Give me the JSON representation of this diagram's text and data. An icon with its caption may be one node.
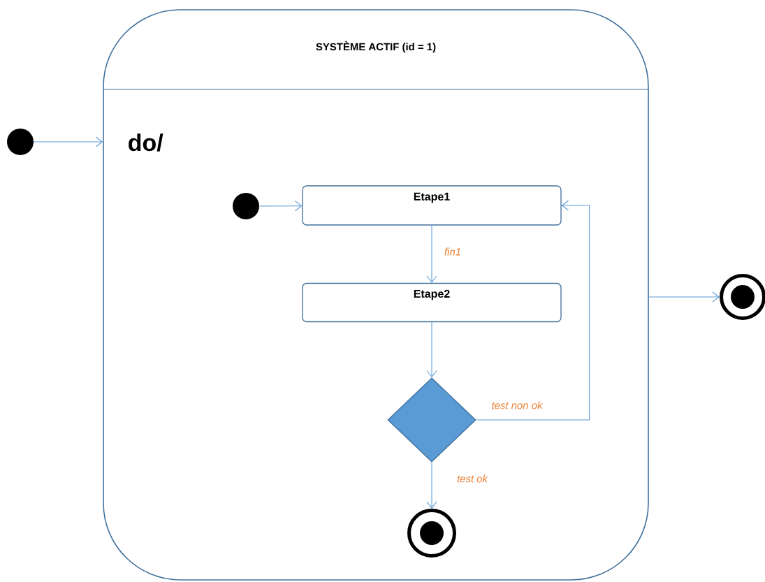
{
  "diagram": {
    "nodes": [
      {
        "text": [
          "SYSTÈME ACTIF (id = 1)",
          "do/"
        ]
      },
      {
        "text": [],
        "shape": "dot"
      },
      {
        "text": [],
        "shape": "dot",
        "in": 0
      },
      {
        "text": [
          "Etape1"
        ],
        "in": 0
      },
      {
        "text": [
          "Etape2"
        ],
        "in": 0
      },
      {
        "text": [],
        "shape": "diamond",
        "in": 0
      },
      {
        "text": [],
        "shape": "bullseye",
        "in": 0
      },
      {
        "text": [],
        "shape": "bullseye"
      }
    ],
    "edges": [
      {
        "from": 1,
        "to": 0,
        "arrow": "to"
      },
      {
        "from": 2,
        "to": 3,
        "arrow": "to"
      },
      {
        "from": 3,
        "to": 4,
        "arrow": "to",
        "label": "fin1"
      },
      {
        "from": 4,
        "to": 5,
        "arrow": "to"
      },
      {
        "from": 5,
        "to": 3,
        "arrow": "to",
        "label": "test non ok"
      },
      {
        "from": 5,
        "to": 6,
        "arrow": "to",
        "label": "test ok"
      },
      {
        "from": 0,
        "to": 7,
        "arrow": "to"
      }
    ]
  }
}
